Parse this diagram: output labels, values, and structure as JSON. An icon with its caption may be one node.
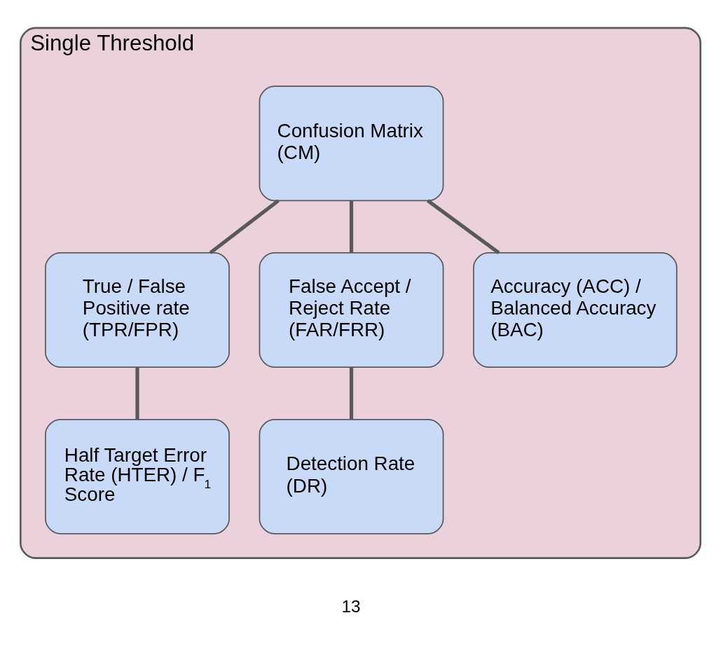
{
  "diagram": {
    "nodes": [
      {
        "text": [
          "Single Threshold"
        ]
      },
      {
        "text": [
          "Confusion Matrix (CM)"
        ],
        "in": 0
      },
      {
        "text": [
          "True / False Positive rate (TPR/FPR)"
        ],
        "in": 0
      },
      {
        "text": [
          "False Accept / Reject Rate (FAR/FRR)"
        ],
        "in": 0
      },
      {
        "text": [
          "Accuracy (ACC) / Balanced Accuracy (BAC)"
        ],
        "in": 0
      },
      {
        "text": [
          "Half Target Error Rate (HTER) / F$_{1}$ Score"
        ],
        "in": 0
      },
      {
        "text": [
          "Detection Rate (DR)"
        ],
        "in": 0
      }
    ],
    "edges": [
      {
        "from": 1,
        "to": 2,
        "arrow": "none"
      },
      {
        "from": 1,
        "to": 3,
        "arrow": "none"
      },
      {
        "from": 1,
        "to": 4,
        "arrow": "none"
      },
      {
        "from": 2,
        "to": 5,
        "arrow": "none"
      },
      {
        "from": 3,
        "to": 6,
        "arrow": "none"
      }
    ],
    "labels": [
      "13"
    ]
  }
}
